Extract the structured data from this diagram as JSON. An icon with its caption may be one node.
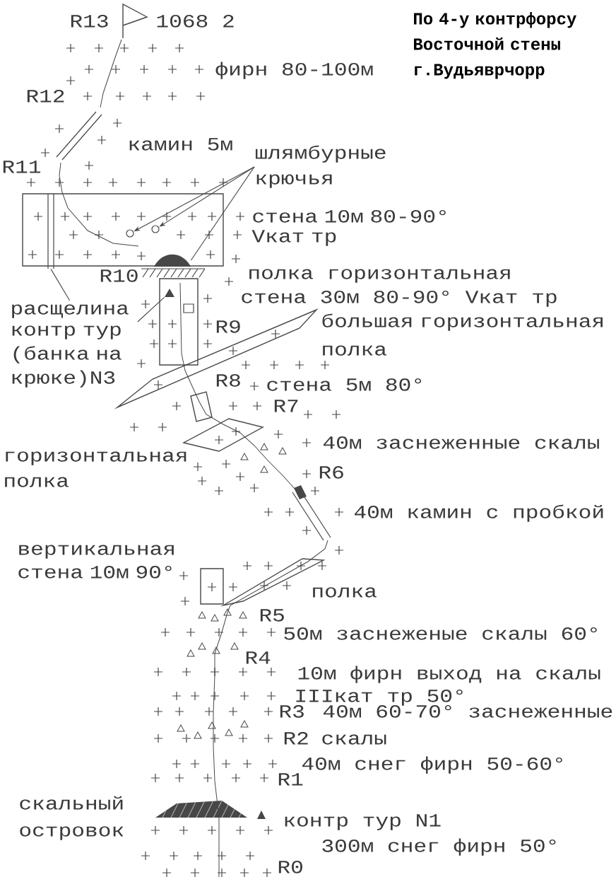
{
  "diagram": {
    "title": "По 4-у контрфорсу Восточной стены г.Вудьяврчорр",
    "nodes": [
      {
        "text": [
          "шлямбурные крючья"
        ]
      },
      {
        "text": [],
        "shape": "hook"
      },
      {
        "text": [],
        "shape": "hook"
      },
      {
        "text": [],
        "shape": "blob"
      },
      {
        "text": [
          "расщелина"
        ]
      },
      {
        "text": [],
        "shape": "bar"
      },
      {
        "text": [
          "контр тур (банка на крюке)N3"
        ]
      },
      {
        "text": [],
        "shape": "triangle"
      }
    ],
    "edges": [
      {
        "from": 0,
        "to": 1,
        "arrow": "to"
      },
      {
        "from": 0,
        "to": 2,
        "arrow": "to"
      },
      {
        "from": 0,
        "to": 3,
        "arrow": "none"
      },
      {
        "from": 4,
        "to": 5,
        "arrow": "none"
      },
      {
        "from": 6,
        "to": 7,
        "arrow": "none"
      }
    ],
    "labels": [
      "R13",
      "1068 2",
      "фирн 80-100м",
      "R12",
      "камин 5м",
      "R11",
      "стена 10м 80-90° Vкат тр",
      "R10",
      "полка горизонтальная",
      "стена 30м 80-90° Vкат тр",
      "R9",
      "большая горизонтальная полка",
      "R8",
      "стена 5м 80°",
      "R7",
      "40м заснеженные скалы",
      "горизонтальная полка",
      "R6",
      "40м камин с пробкой",
      "вертикальная стена 10м 90°",
      "полка",
      "R5",
      "50м заснеженые скалы 60°",
      "R4",
      "10м фирн выход на скалы",
      "IIIкат тр 50°",
      "R3",
      "40м 60-70° заснеженные",
      "R2",
      "скалы",
      "40м снег фирн 50-60°",
      "R1",
      "скальный островок",
      "контр тур N1",
      "300м снег фирн 50°",
      "R0"
    ]
  }
}
